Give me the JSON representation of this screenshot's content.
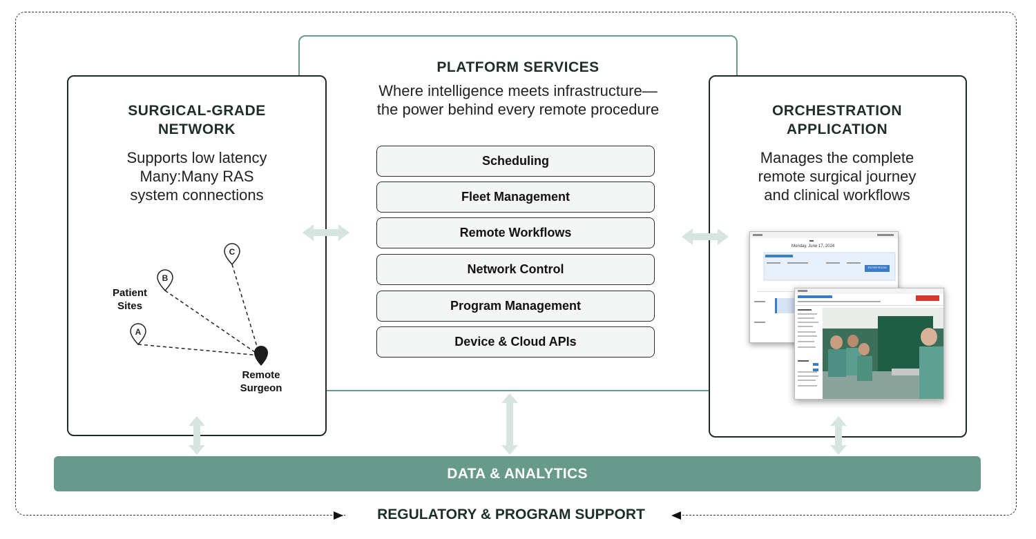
{
  "platform": {
    "title": "PLATFORM SERVICES",
    "subtitle_line1": "Where intelligence meets infrastructure—",
    "subtitle_line2": "the power behind every remote procedure",
    "services": [
      "Scheduling",
      "Fleet Management",
      "Remote Workflows",
      "Network Control",
      "Program Management",
      "Device & Cloud APIs"
    ]
  },
  "network": {
    "title_line1": "SURGICAL-GRADE",
    "title_line2": "NETWORK",
    "desc_line1": "Supports low latency",
    "desc_line2": "Many:Many RAS",
    "desc_line3": "system connections",
    "patient_sites_line1": "Patient",
    "patient_sites_line2": "Sites",
    "pin_a": "A",
    "pin_b": "B",
    "pin_c": "C",
    "surgeon_line1": "Remote",
    "surgeon_line2": "Surgeon"
  },
  "orchestration": {
    "title_line1": "ORCHESTRATION",
    "title_line2": "APPLICATION",
    "desc_line1": "Manages the complete",
    "desc_line2": "remote surgical journey",
    "desc_line3": "and clinical workflows",
    "screenshot_date": "Monday, June 17, 2024",
    "screenshot_button": "ENTER ROOM"
  },
  "data_bar": "DATA & ANALYTICS",
  "footer": "REGULATORY & PROGRAM SUPPORT",
  "colors": {
    "accent": "#679a8a",
    "arrow": "#d7e5e1",
    "outline": "#1f2a27"
  }
}
